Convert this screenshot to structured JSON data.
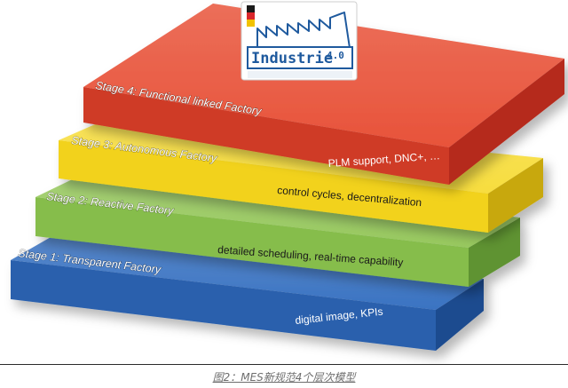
{
  "logo": {
    "text": "Industrie",
    "version": "4.0",
    "colors": {
      "black": "#1a1a1a",
      "red": "#d9262b",
      "gold": "#f2c200",
      "text": "#1f5a9e"
    }
  },
  "layers": [
    {
      "id": "stage4",
      "label": "Stage 4: Functional linked Factory",
      "description": "PLM support, DNC+, …",
      "color": "#e2402d"
    },
    {
      "id": "stage3",
      "label": "Stage 3: Autonomous Factory",
      "description": "control cycles, decentralization",
      "color": "#f2d21c"
    },
    {
      "id": "stage2",
      "label": "Stage 2: Reactive Factory",
      "description": "detailed scheduling, real-time capability",
      "color": "#86bd4c"
    },
    {
      "id": "stage1",
      "label": "Stage 1: Transparent Factory",
      "description": "digital image, KPIs",
      "color": "#2a60ad"
    }
  ],
  "caption": "图2：MES新规范4个层次模型"
}
